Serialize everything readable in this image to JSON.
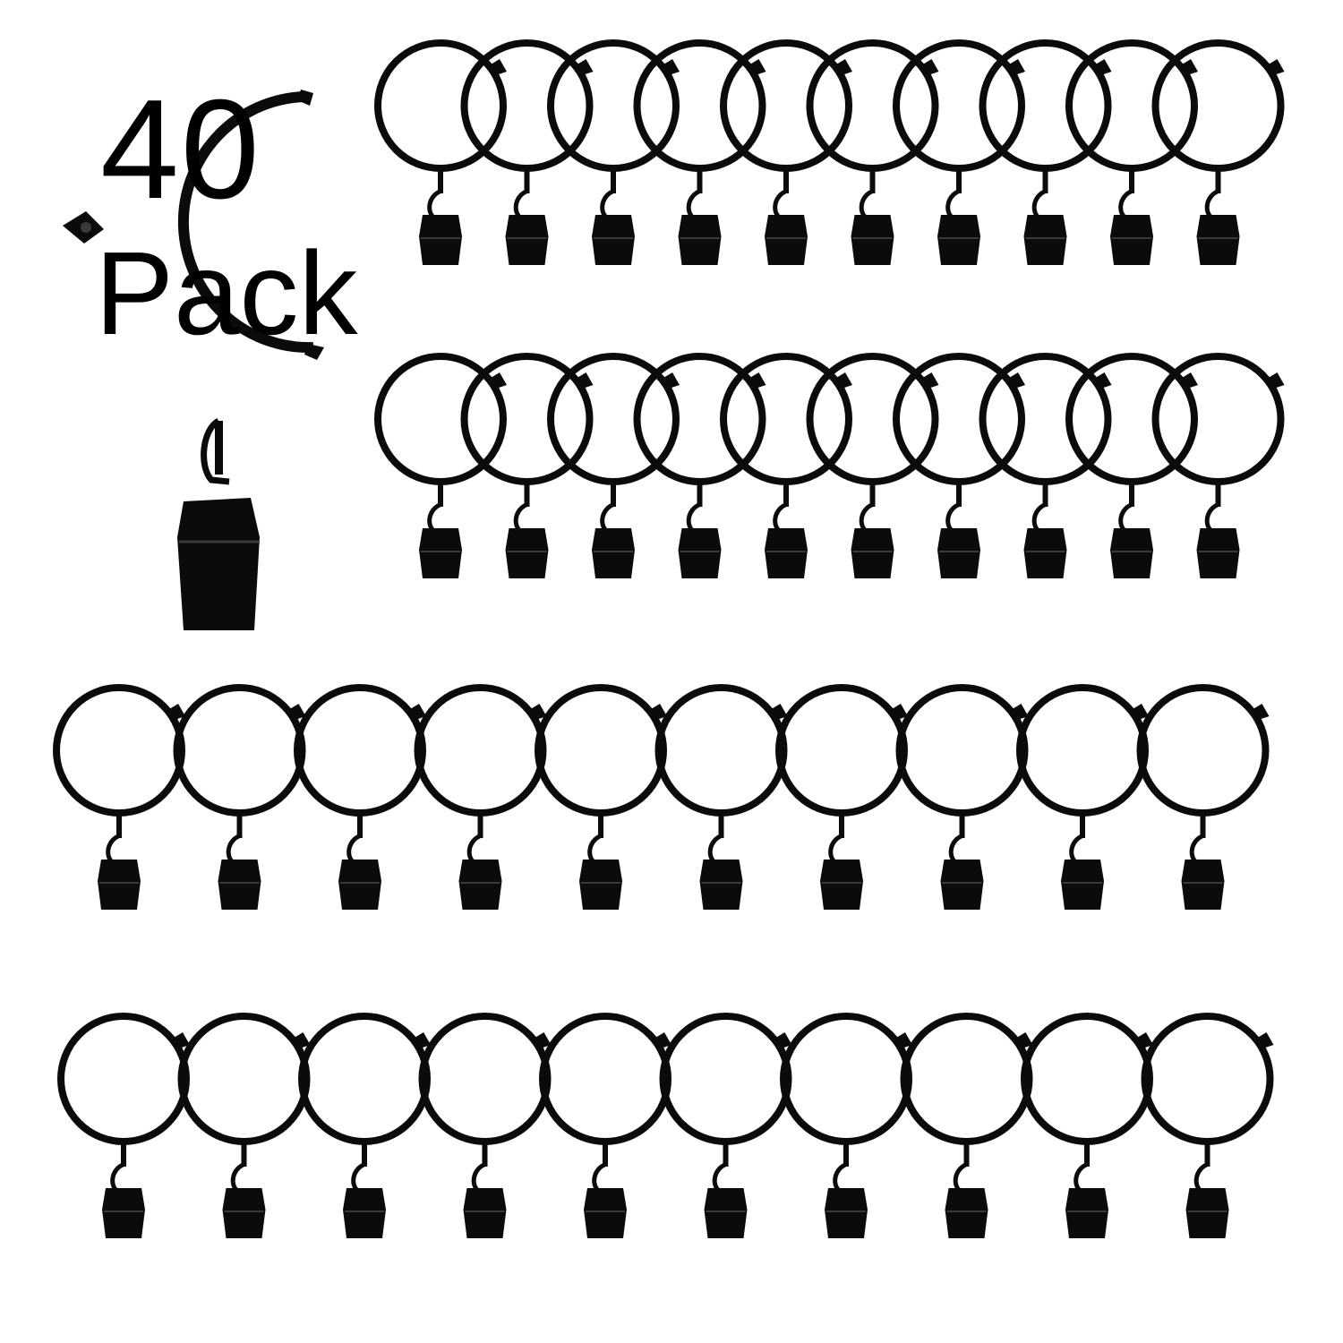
{
  "product": {
    "count": "40",
    "unit": "Pack"
  },
  "colors": {
    "metal": "#0b0b0b",
    "background": "#ffffff",
    "text": "#000000"
  },
  "icons": {
    "hero": "open-curtain-ring-with-clip-icon",
    "item": "curtain-ring-with-clip-icon"
  },
  "rows": [
    {
      "name": "row-1",
      "rings": 10
    },
    {
      "name": "row-2",
      "rings": 10
    },
    {
      "name": "row-3",
      "rings": 10
    },
    {
      "name": "row-4",
      "rings": 10
    }
  ]
}
